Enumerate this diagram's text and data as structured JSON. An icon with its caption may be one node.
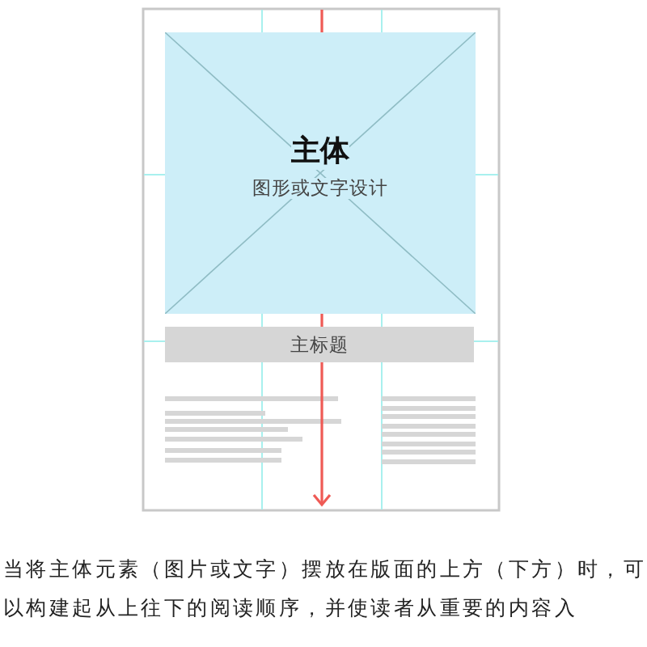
{
  "diagram": {
    "caption": "当将主体元素（图片或文字）摆放在版面的上方（下方）时，可以构建起从上往下的阅读顺序，并使读者从重要的内容入",
    "nodes": [
      {
        "text": [
          "主体",
          "图形或文字设计"
        ]
      },
      {
        "text": [
          "主标题"
        ]
      }
    ]
  }
}
